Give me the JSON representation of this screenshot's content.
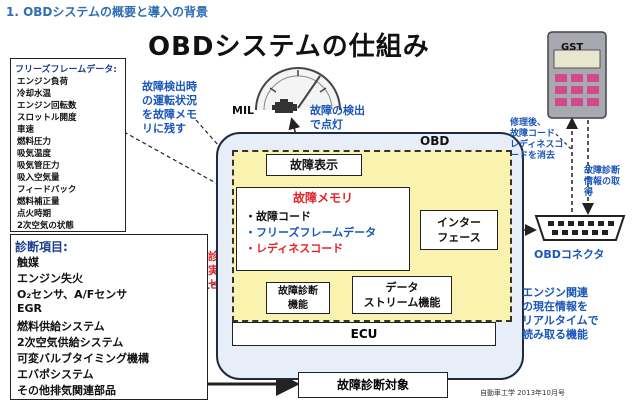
{
  "header": {
    "text": "1. OBDシステムの概要と導入の背景"
  },
  "title": "OBDシステムの仕組み",
  "freeze_frame": {
    "title": "フリーズフレームデータ:",
    "items": [
      "エンジン負荷",
      "冷却水温",
      "エンジン回転数",
      "スロットル開度",
      "車速",
      "燃料圧力",
      "吸気温度",
      "吸気管圧力",
      "吸入空気量",
      "フィードバック",
      "燃料補正量",
      "点火時期",
      "2次空気の状態"
    ]
  },
  "diagnosis": {
    "title": "診断項目:",
    "items": [
      "触媒",
      "エンジン失火",
      "O₂センサ、A/Fセンサ",
      "EGR",
      "燃料供給システム",
      "2次空気供給システム",
      "可変バルブタイミング機構",
      "エバポシステム",
      "その他排気関連部品"
    ]
  },
  "notes": {
    "store": [
      "故障検出時",
      "の運転状況",
      "を故障メモ",
      "リに残す"
    ],
    "mil": "MIL",
    "light": [
      "故障の検出",
      "で点灯"
    ],
    "exec": [
      "診断の",
      "実行で",
      "セット"
    ],
    "clear": [
      "修理後、",
      "故障コード",
      "レディネスコ",
      "ードを消去"
    ],
    "fetch": [
      "故障診断",
      "情報の取",
      "得"
    ],
    "engine": [
      "エンジン関連",
      "の現在情報を",
      "リアルタイムで",
      "読み取る機能"
    ]
  },
  "obd": {
    "label": "OBD",
    "fault_display": "故障表示",
    "memory_title": "故障メモリ",
    "memory_items": [
      {
        "text": "・故障コード",
        "color": "#111111"
      },
      {
        "text": "・フリーズフレームデータ",
        "color": "#1a56b8"
      },
      {
        "text": "・レディネスコード",
        "color": "#e0242a"
      }
    ],
    "interface": [
      "インター",
      "フェース"
    ],
    "diag_func": [
      "故障診断",
      "機能"
    ],
    "data_stream": [
      "データ",
      "ストリーム機能"
    ],
    "ecu": "ECU"
  },
  "target": "故障診断対象",
  "gst": "GST",
  "connector": "OBDコネクタ",
  "footer": "自動車工学 2013年10月号",
  "colors": {
    "accent_blue": "#1a56b8",
    "accent_red": "#e0242a",
    "obd_fill": "#faf3b0"
  }
}
